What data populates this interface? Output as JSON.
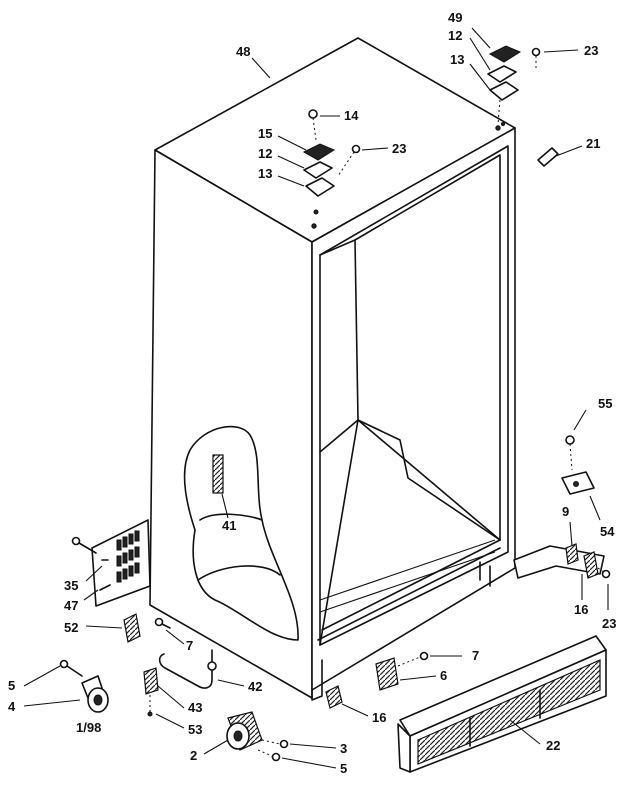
{
  "callouts": {
    "c48": "48",
    "c49": "49",
    "c12a": "12",
    "c13a": "13",
    "c23a": "23",
    "c14": "14",
    "c15": "15",
    "c12b": "12",
    "c23b": "23",
    "c13b": "13",
    "c21": "21",
    "c55": "55",
    "c54": "54",
    "c9": "9",
    "c16a": "16",
    "c23c": "23",
    "c41": "41",
    "c35": "35",
    "c47": "47",
    "c52": "52",
    "c7a": "7",
    "c7b": "7",
    "c6": "6",
    "c16b": "16",
    "c5a": "5",
    "c4": "4",
    "c43": "43",
    "c42": "42",
    "c53": "53",
    "c2": "2",
    "c3": "3",
    "c5b": "5",
    "c22": "22"
  },
  "revision_date": "1/98"
}
